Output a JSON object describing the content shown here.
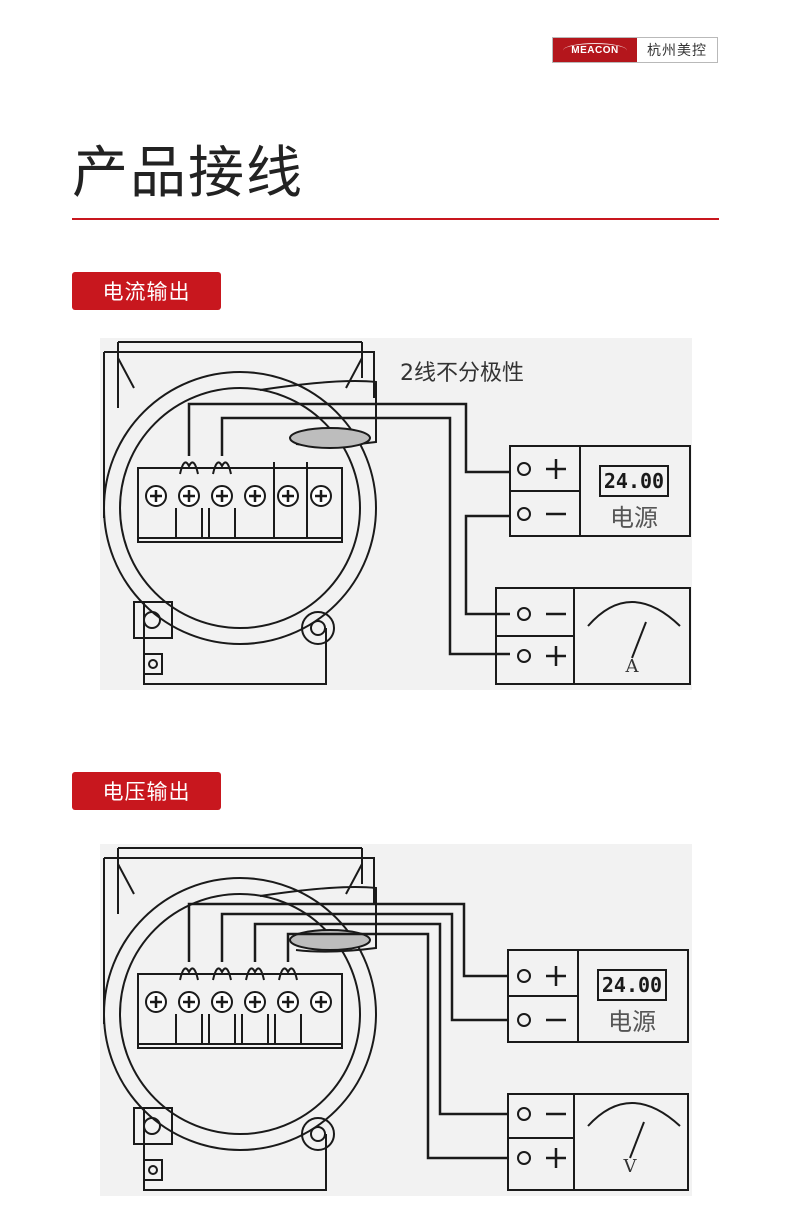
{
  "header": {
    "logo_text": "MEACON",
    "brand_name": "杭州美控"
  },
  "page": {
    "title": "产品接线"
  },
  "sections": [
    {
      "label": "电流输出",
      "note": "2线不分极性",
      "supply_display": "24.00",
      "supply_label": "电源",
      "meter_label": "A"
    },
    {
      "label": "电压输出",
      "supply_display": "24.00",
      "supply_label": "电源",
      "meter_label": "V"
    }
  ],
  "colors": {
    "accent_red": "#c8171e",
    "line": "#1a1a1a",
    "diagram_bg": "#f2f2f2"
  }
}
